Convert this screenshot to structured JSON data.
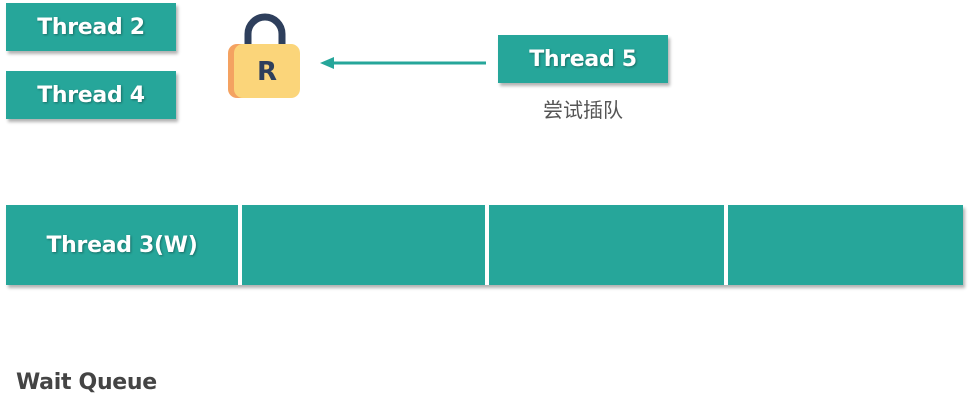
{
  "holders": [
    {
      "label": "Thread 2"
    },
    {
      "label": "Thread 4"
    }
  ],
  "lock": {
    "icon": "padlock-icon",
    "letter": "R",
    "body_color": "#fbd57a",
    "shade_color": "#f4a261",
    "shackle_color": "#2e3f5c"
  },
  "requester": {
    "label": "Thread 5",
    "caption": "尝试插队"
  },
  "arrow": {
    "icon": "arrow-left-icon",
    "color": "#26a69a"
  },
  "queue": {
    "title": "Wait Queue",
    "cells": [
      "Thread 3(W)",
      "",
      "",
      ""
    ]
  },
  "colors": {
    "box": "#26a69a",
    "text": "#ffffff"
  }
}
